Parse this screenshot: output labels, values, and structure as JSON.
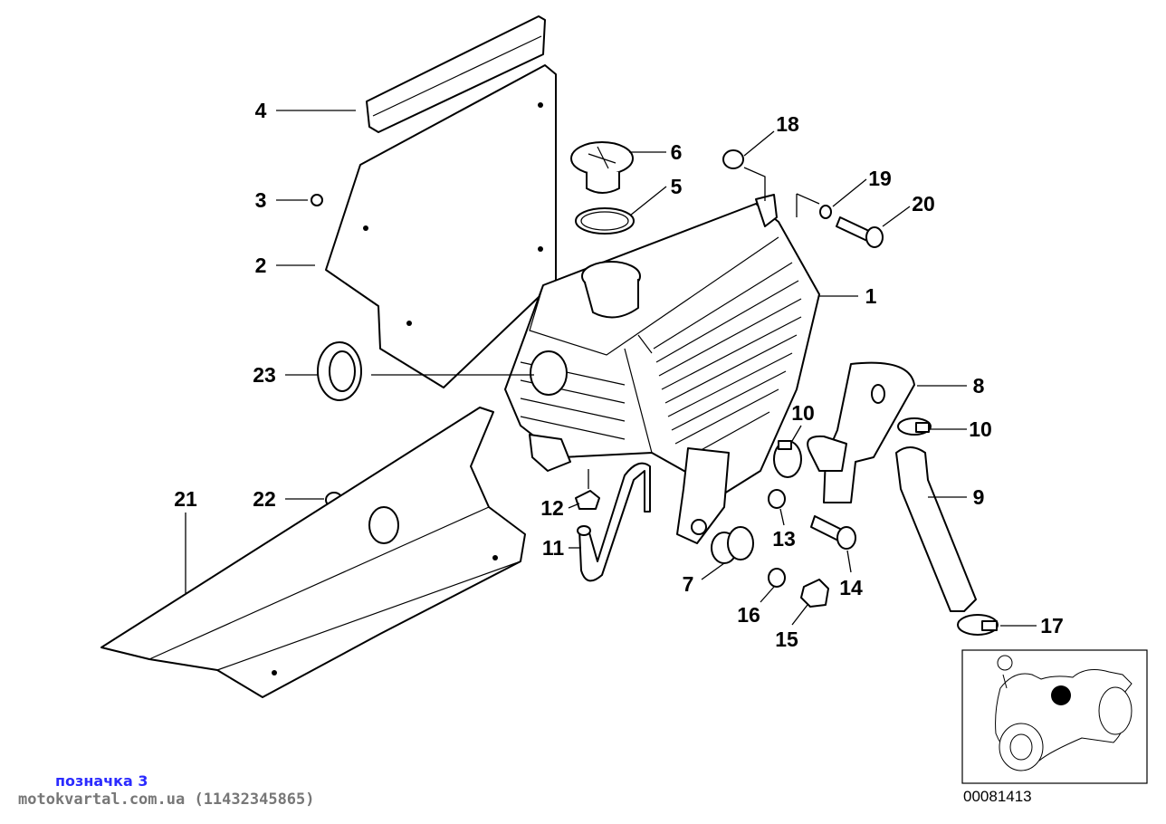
{
  "diagram": {
    "callouts": [
      "4",
      "3",
      "2",
      "23",
      "21",
      "22",
      "6",
      "5",
      "18",
      "19",
      "20",
      "1",
      "8",
      "10",
      "10",
      "9",
      "12",
      "11",
      "13",
      "14",
      "7",
      "16",
      "15",
      "17"
    ],
    "locator_color": "#000000",
    "diagram_number": "00081413"
  },
  "watermark": {
    "label": "позначка 3",
    "site": "motokvartal.com.ua (11432345865)",
    "label_color": "#2b2bff",
    "site_color": "#777777"
  }
}
